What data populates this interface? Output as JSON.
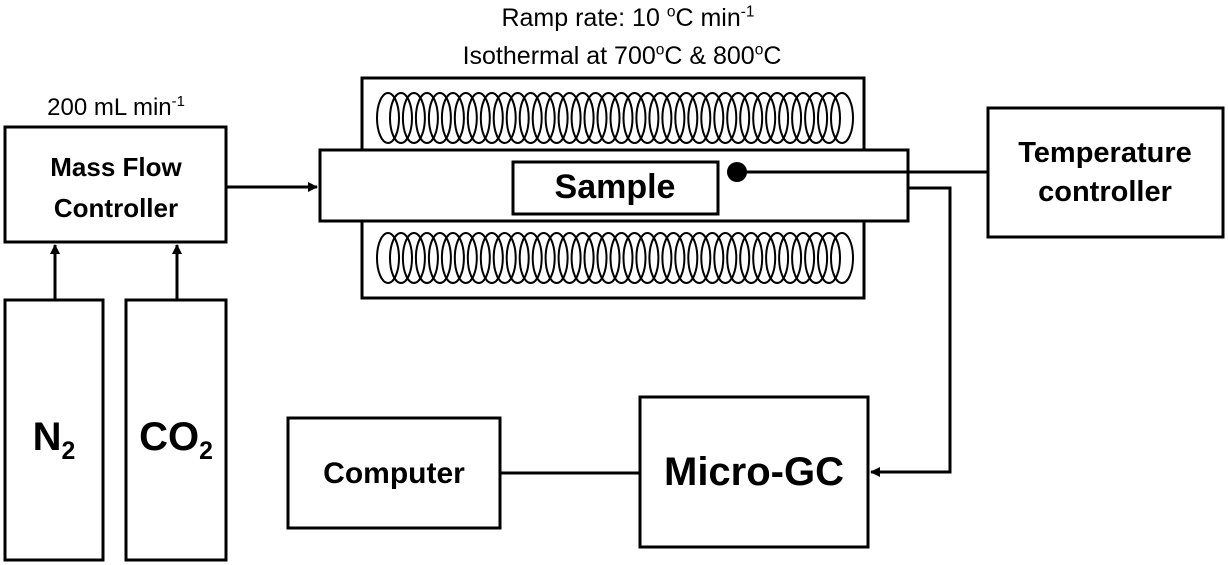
{
  "annotations": {
    "ramp_rate_label": "Ramp rate: 10",
    "ramp_rate_unit_deg": "o",
    "ramp_rate_unit_c": "C min",
    "ramp_rate_exp": "-1",
    "isothermal_prefix": "Isothermal at 700",
    "isothermal_deg1": "o",
    "isothermal_mid": "C & 800",
    "isothermal_deg2": "o",
    "isothermal_end": "C",
    "flow_rate_label": "200 mL min",
    "flow_rate_exp": "-1"
  },
  "components": {
    "mass_flow_controller_line1": "Mass Flow",
    "mass_flow_controller_line2": "Controller",
    "sample": "Sample",
    "temperature_controller_line1": "Temperature",
    "temperature_controller_line2": "controller",
    "n2_main": "N",
    "n2_sub": "2",
    "co2_main": "CO",
    "co2_sub": "2",
    "computer": "Computer",
    "micro_gc": "Micro-GC"
  },
  "colors": {
    "stroke": "#000000",
    "background": "#ffffff"
  }
}
